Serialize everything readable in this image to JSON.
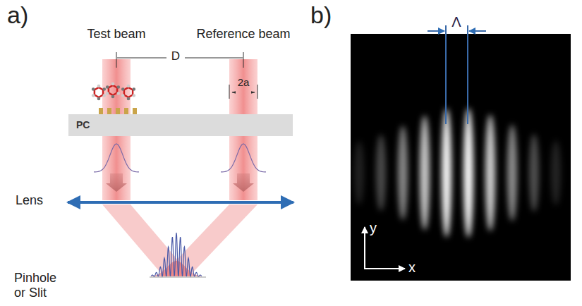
{
  "diagram": {
    "nodes": [
      {
        "text": [
          "PC"
        ]
      }
    ],
    "labels": [
      "a)",
      "Test beam",
      "Reference beam",
      "D",
      "2a",
      "Lens",
      "Pinhole or Slit",
      "b)",
      "Λ",
      "y",
      "x"
    ]
  }
}
